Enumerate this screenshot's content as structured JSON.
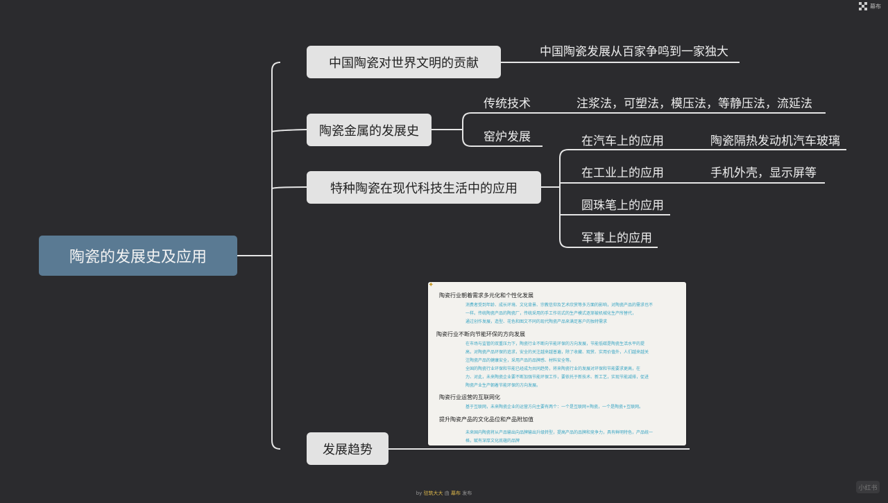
{
  "mindmap": {
    "root": "陶瓷的发展史及应用",
    "branches": [
      {
        "label": "中国陶瓷对世界文明的贡献",
        "children": [
          {
            "label": "中国陶瓷发展从百家争鸣到一家独大"
          }
        ]
      },
      {
        "label": "陶瓷金属的发展史",
        "children": [
          {
            "label": "传统技术",
            "children": [
              {
                "label": "注浆法，可塑法，模压法，等静压法，流延法"
              }
            ]
          },
          {
            "label": "窑炉发展"
          }
        ]
      },
      {
        "label": "特种陶瓷在现代科技生活中的应用",
        "children": [
          {
            "label": "在汽车上的应用",
            "children": [
              {
                "label": "陶瓷隔热发动机汽车玻璃"
              }
            ]
          },
          {
            "label": "在工业上的应用",
            "children": [
              {
                "label": "手机外壳，显示屏等"
              }
            ]
          },
          {
            "label": "圆珠笔上的应用"
          },
          {
            "label": "军事上的应用"
          }
        ]
      },
      {
        "label": "发展趋势"
      }
    ]
  },
  "note": {
    "sections": [
      {
        "title": "陶瓷行业朝着需求多元化和个性化发展",
        "lines": [
          "消费者受到年龄、成长环境、文化背景、宗教信仰及艺术欣赏等多方面的影响，对陶瓷产品的需求也不",
          "一样。传统陶瓷产品的陶瓷厂，传统采用的手工作坊式的生产模式逐渐被机械化生产所替代，",
          "通过创作发展，造型、花色和图文不同的现代陶瓷产品来满足客户的独特需求"
        ]
      },
      {
        "title": "陶瓷行业不断向节能环保的方向发展",
        "lines": [
          "在市场与监管的双重压力下，陶瓷行业不断向节能环保的方向发展，节能低碳是陶瓷生活水平的提",
          "高，对陶瓷产品环保的追求，安全的关注越来越普遍，除了收藏、观赏、实用价值外，人们越来越关",
          "注陶瓷产品的健康安全，采用产品的品牌感、材料安全等。",
          "全国的陶瓷行业环保和节能已经成为共同趋势，将来陶瓷行业的发展对环保和节能要求更高，在",
          "力、对此，未来陶瓷企业要不断加强节能环保工作，要依托于新技术、新工艺，实现节能减排，促进",
          "陶瓷产业生产朝着节能环保的方向发展。"
        ]
      },
      {
        "title": "陶瓷行业运营的互联网化",
        "lines": [
          "基于互联网，未来陶瓷企业的运营方向主要有两个：一个是互联网+陶瓷，一个是陶瓷+互联网。"
        ]
      },
      {
        "title": "提升陶瓷产品的文化品位和产品附加值",
        "lines": [
          "未来国内陶瓷将从产品输出向品牌输出升级转型，提高产品的品牌和竞争力，具有鲜明特色，产品统一",
          "格，赋有深厚文化底蕴的品牌"
        ]
      }
    ]
  },
  "header": {
    "brand_label": "幕布"
  },
  "footer": {
    "by": "by",
    "author": "驻筑大大",
    "via": "由",
    "app": "幕布",
    "published": "发布"
  },
  "watermark": {
    "label": "小红书"
  },
  "colors": {
    "background": "#2b2b2e",
    "root_fill": "#5a7a93",
    "node_fill": "#e3e3e3",
    "line": "#e6e6e6",
    "note_text": "#3aa6c4"
  }
}
